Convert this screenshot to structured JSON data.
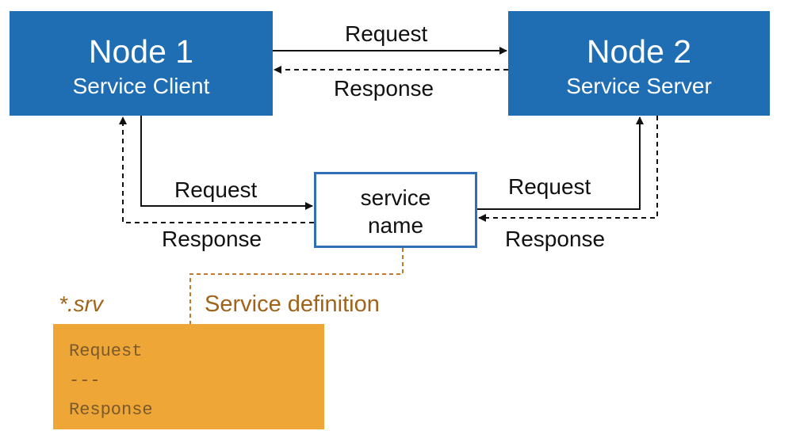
{
  "node1": {
    "title": "Node 1",
    "subtitle": "Service Client"
  },
  "node2": {
    "title": "Node 2",
    "subtitle": "Service Server"
  },
  "service": {
    "line1": "service",
    "line2": "name"
  },
  "labels": {
    "top_request": "Request",
    "top_response": "Response",
    "left_request": "Request",
    "left_response": "Response",
    "right_request": "Request",
    "right_response": "Response"
  },
  "srv": {
    "tag": "*.srv",
    "definition_label": "Service definition",
    "lines": [
      "Request",
      "---",
      "Response"
    ]
  },
  "colors": {
    "node": "#1f6db3",
    "service_border": "#2f6fb5",
    "srv_box": "#eea636",
    "srv_text": "#a0631a"
  }
}
